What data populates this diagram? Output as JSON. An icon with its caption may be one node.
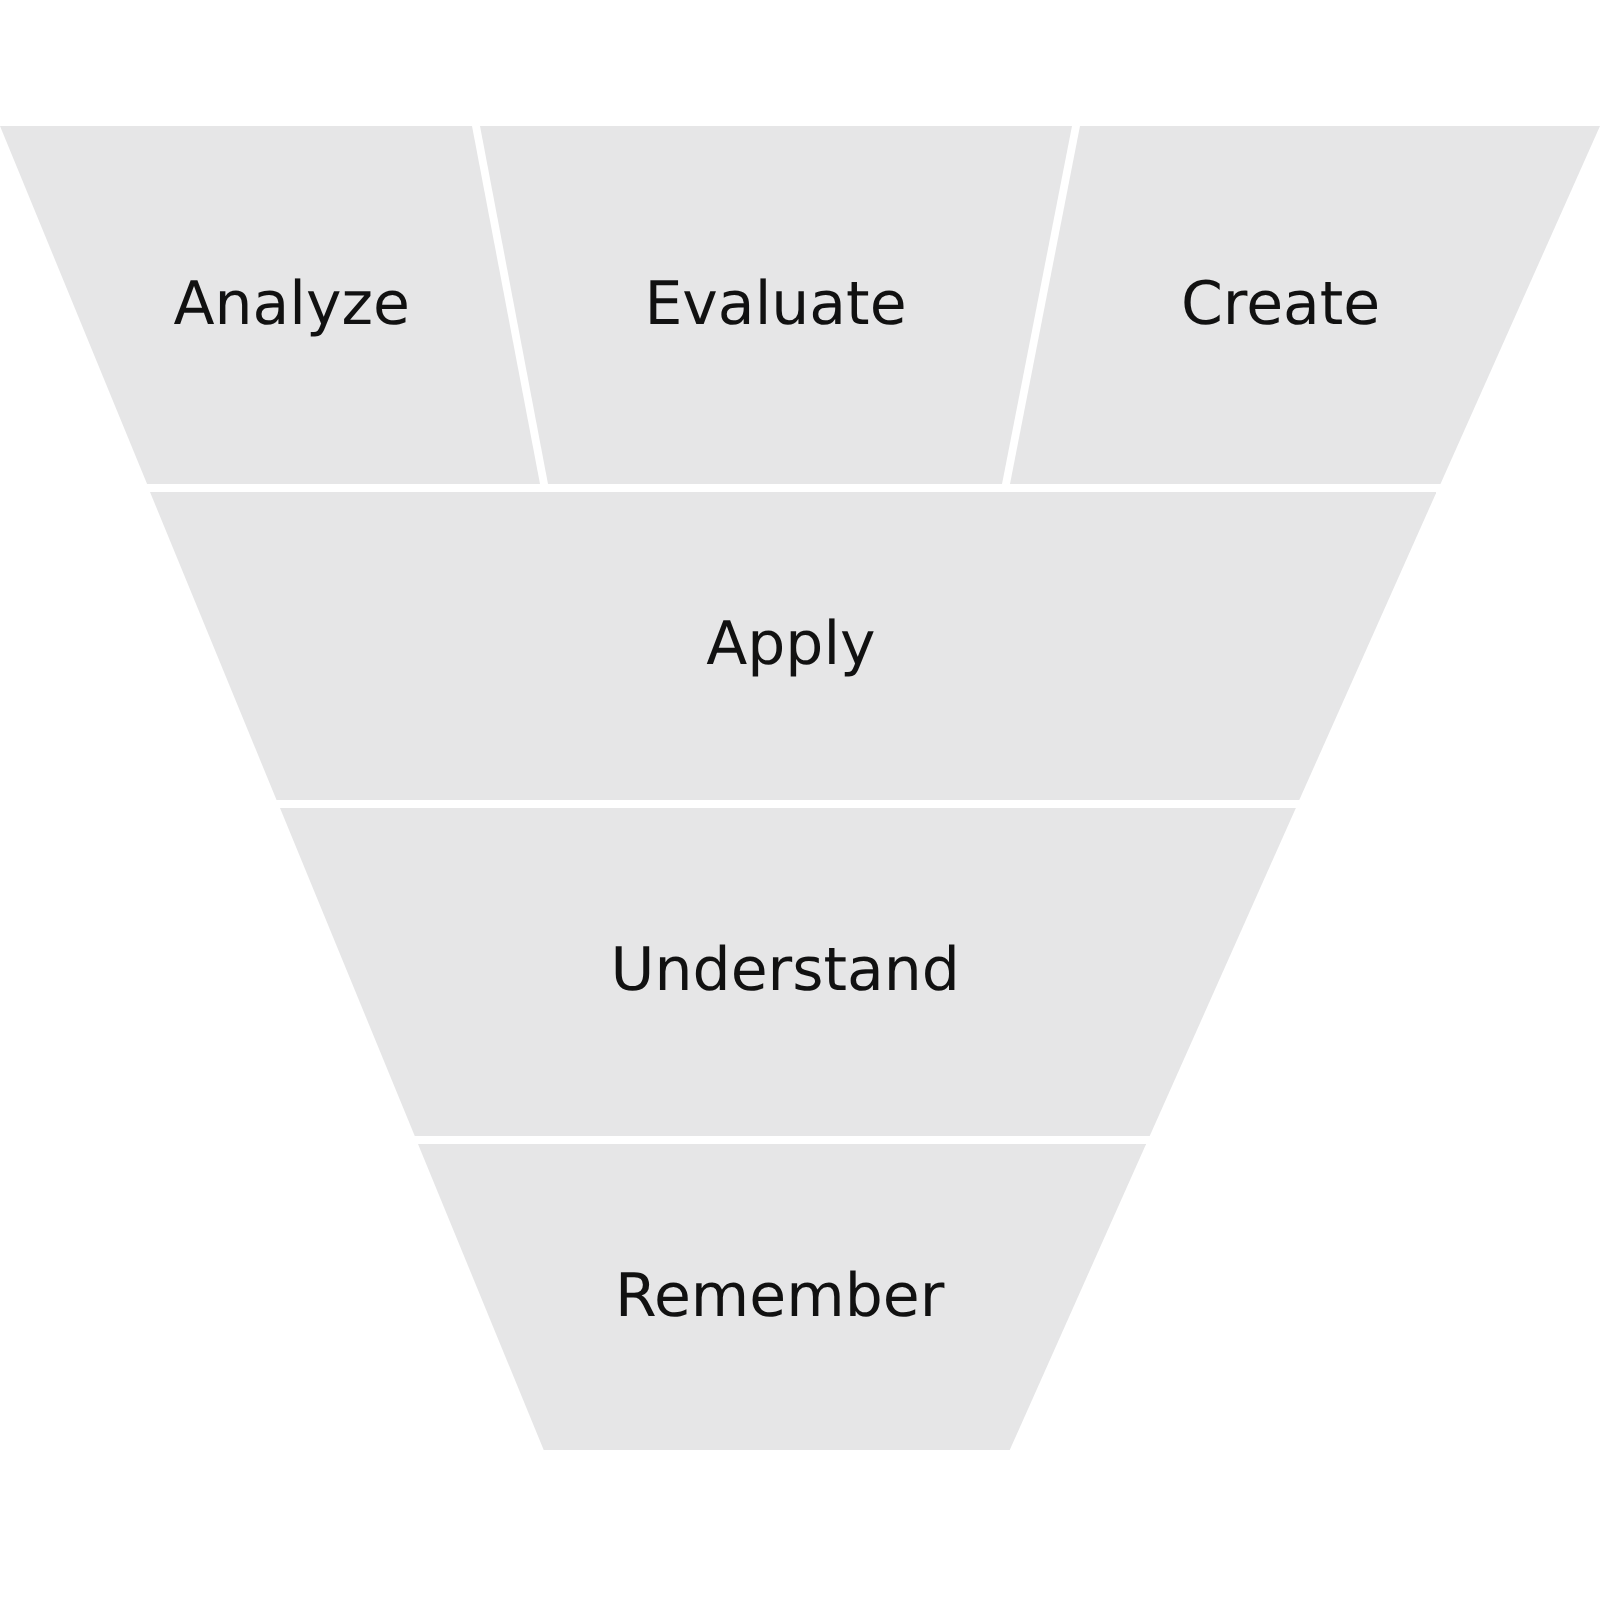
{
  "diagram": {
    "nodes": [
      {
        "text": [
          "Analyze"
        ]
      },
      {
        "text": [
          "Evaluate"
        ]
      },
      {
        "text": [
          "Create"
        ]
      },
      {
        "text": [
          "Apply"
        ]
      },
      {
        "text": [
          "Understand"
        ]
      },
      {
        "text": [
          "Remember"
        ]
      }
    ]
  }
}
